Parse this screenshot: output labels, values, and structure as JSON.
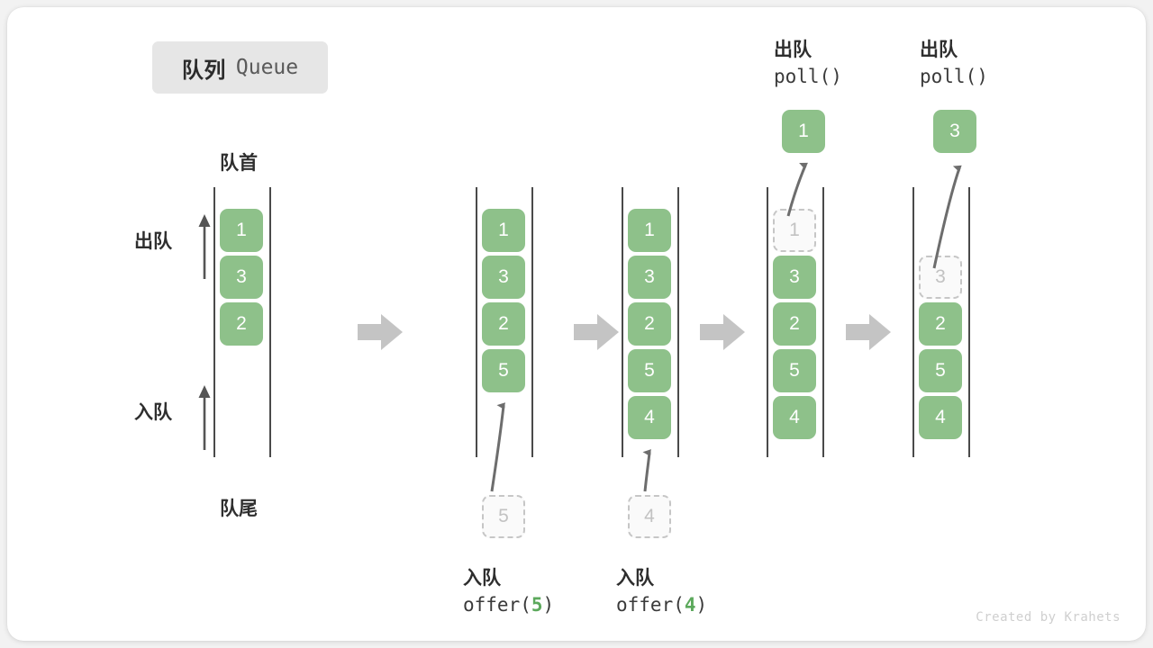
{
  "title": {
    "cn": "队列",
    "en": "Queue"
  },
  "labels": {
    "front": "队首",
    "rear": "队尾",
    "dequeue": "出队",
    "enqueue": "入队"
  },
  "footer": "Created by Krahets",
  "colors": {
    "cell_green": "#8ec18a",
    "ghost_border": "#c6c6c6",
    "ghost_text": "#c2c2c2",
    "rail": "#4a4a4a",
    "step_arrow": "#c4c4c4",
    "badge_bg": "#e6e6e6",
    "code_accent": "#5ca95c"
  },
  "panels": [
    {
      "id": "panel-initial",
      "cells": [
        "1",
        "3",
        "2"
      ],
      "ghost_index": null,
      "caption_cn": "",
      "caption_code": "",
      "popped_value": null
    },
    {
      "id": "panel-offer-5",
      "cells": [
        "1",
        "3",
        "2",
        "5"
      ],
      "ghost_index": null,
      "caption_cn": "入队",
      "caption_code": "offer(5)",
      "caption_arg": "5",
      "incoming_value": "5",
      "popped_value": null
    },
    {
      "id": "panel-offer-4",
      "cells": [
        "1",
        "3",
        "2",
        "5",
        "4"
      ],
      "ghost_index": null,
      "caption_cn": "入队",
      "caption_code": "offer(4)",
      "caption_arg": "4",
      "incoming_value": "4",
      "popped_value": null
    },
    {
      "id": "panel-poll-1",
      "cells": [
        "1",
        "3",
        "2",
        "5",
        "4"
      ],
      "ghost_index": 0,
      "caption_cn": "出队",
      "caption_code": "poll()",
      "popped_value": "1"
    },
    {
      "id": "panel-poll-3",
      "cells": [
        "",
        "3",
        "2",
        "5",
        "4"
      ],
      "ghost_index": 1,
      "caption_cn": "出队",
      "caption_code": "poll()",
      "popped_value": "3"
    }
  ],
  "step_arrows": 4
}
